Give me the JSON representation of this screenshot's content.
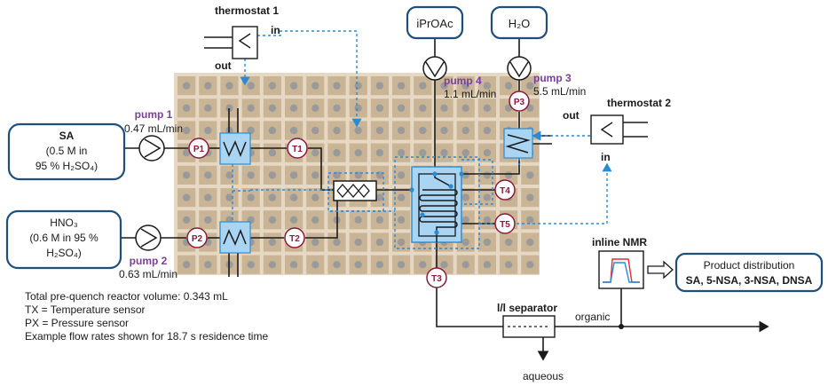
{
  "thermostat1": {
    "title": "thermostat 1",
    "in_label": "in",
    "out_label": "out"
  },
  "thermostat2": {
    "title": "thermostat 2",
    "in_label": "in",
    "out_label": "out"
  },
  "reagents": {
    "ipr": "iPrOAc",
    "water": "H₂O",
    "sa": {
      "name": "SA",
      "line1": "(0.5 M in",
      "line2": "95 % H₂SO₄)"
    },
    "hno3": {
      "name": "HNO₃",
      "line1": "(0.6 M in 95 %",
      "line2": "H₂SO₄)"
    }
  },
  "pumps": {
    "p1": {
      "name": "pump 1",
      "rate": "0.47 mL/min"
    },
    "p2": {
      "name": "pump 2",
      "rate": "0.63 mL/min"
    },
    "p3": {
      "name": "pump 3",
      "rate": "5.5 mL/min"
    },
    "p4": {
      "name": "pump 4",
      "rate": "1.1 mL/min"
    }
  },
  "sensors": {
    "p1": "P1",
    "p2": "P2",
    "p3": "P3",
    "t1": "T1",
    "t2": "T2",
    "t3": "T3",
    "t4": "T4",
    "t5": "T5"
  },
  "separator": {
    "title": "l/l separator",
    "organic": "organic",
    "aqueous": "aqueous"
  },
  "nmr": {
    "title": "inline NMR"
  },
  "product": {
    "line1": "Product distribution",
    "line2": "SA, 5-NSA, 3-NSA, DNSA"
  },
  "legend": {
    "line1": "Total pre-quench reactor volume: 0.343 mL",
    "line2": "TX = Temperature sensor",
    "line3": "PX = Pressure sensor",
    "line4": "Example flow rates shown for 18.7 s residence time"
  },
  "colors": {
    "board": "#e6d8c2",
    "block": "#c9b596",
    "dot": "#9a9a9a",
    "blue": "#2a8ad4",
    "lightblue": "#a9d4f2",
    "navy": "#1f4e79",
    "purple": "#7b3f98",
    "sensor_ring": "#8a1a3a"
  }
}
